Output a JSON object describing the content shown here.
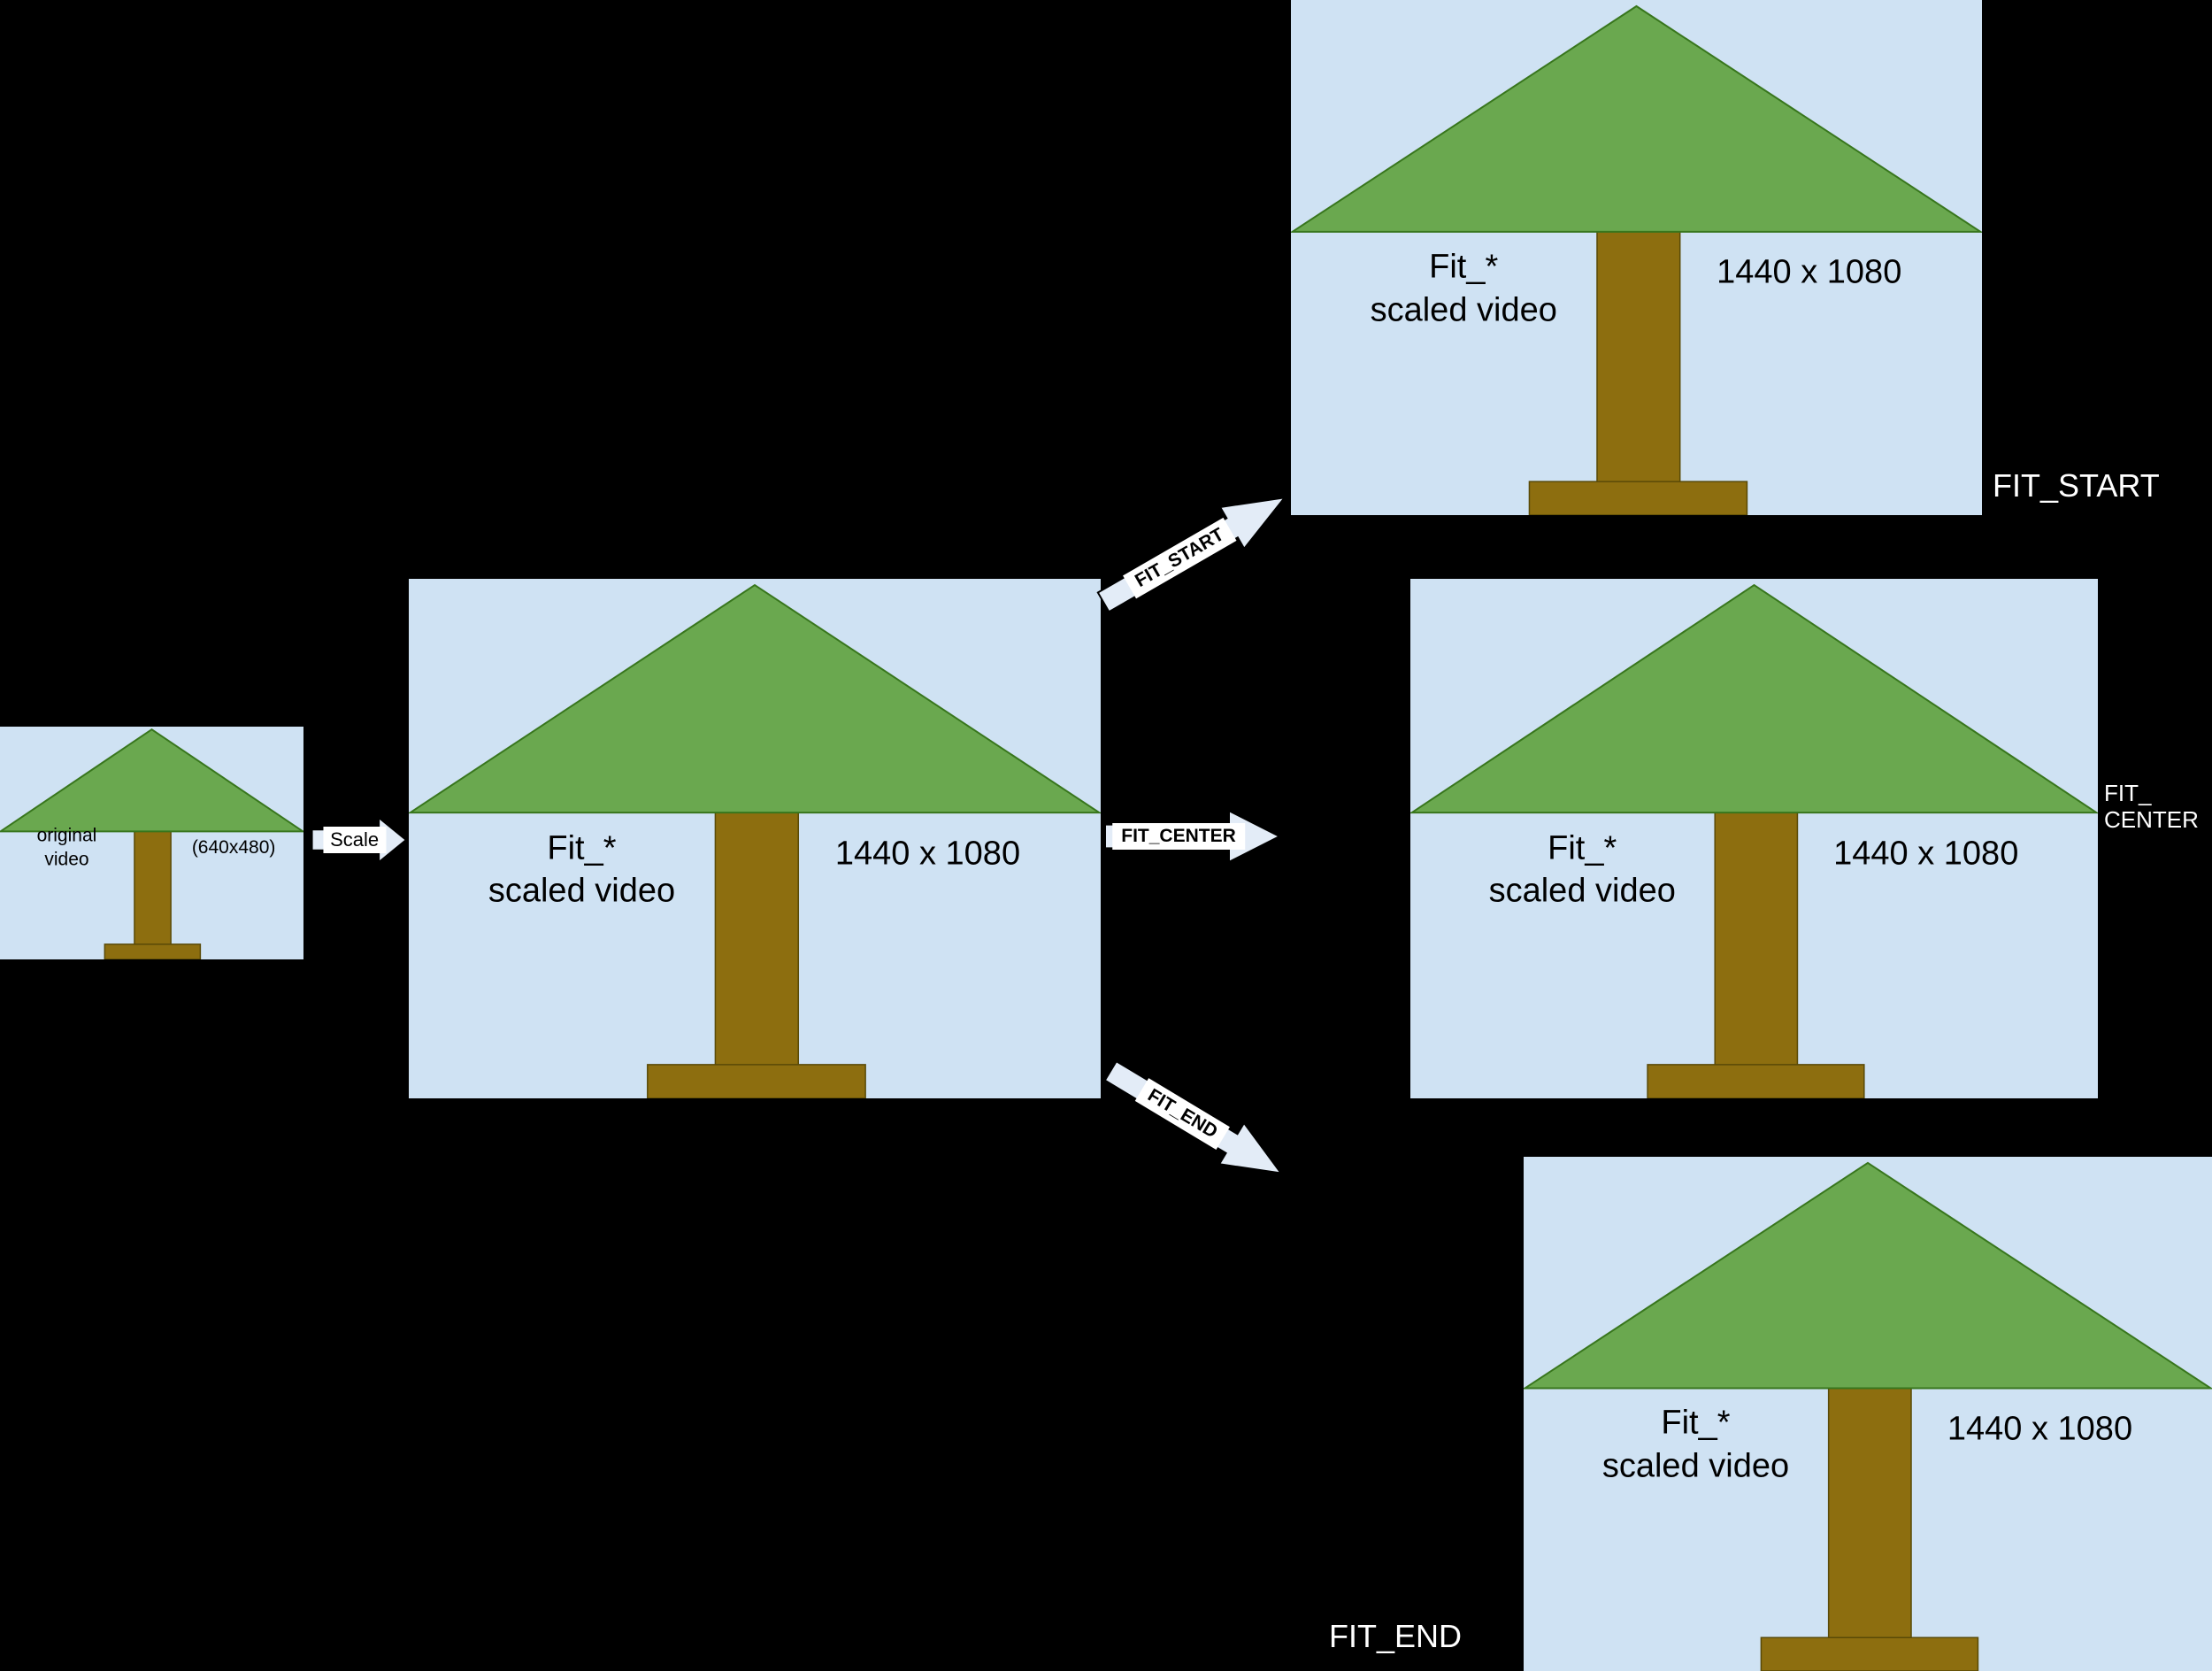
{
  "original_box": {
    "label_line1": "original",
    "label_line2": "video",
    "size_label": "(640x480)"
  },
  "scale_arrow": {
    "label": "Scale"
  },
  "scaled_box": {
    "label_line1": "Fit_*",
    "label_line2": "scaled video",
    "size_label": "1440 x 1080"
  },
  "fit_arrows": {
    "start_label": "FIT_START",
    "center_label": "FIT_CENTER",
    "end_label": "FIT_END"
  },
  "fit_start_box": {
    "label_line1": "Fit_*",
    "label_line2": "scaled video",
    "size_label": "1440 x 1080"
  },
  "fit_center_box": {
    "label_line1": "Fit_*",
    "label_line2": "scaled video",
    "size_label": "1440 x 1080"
  },
  "fit_end_box": {
    "label_line1": "Fit_*",
    "label_line2": "scaled video",
    "size_label": "1440 x 1080"
  },
  "captions": {
    "fit_start": "FIT_START",
    "fit_center_line1": "FIT_",
    "fit_center_line2": "CENTER",
    "fit_end": "FIT_END"
  },
  "colors": {
    "background": "#000000",
    "box_fill": "#cfe2f3",
    "tree_green": "#6aa84f",
    "tree_green_stroke": "#38761d",
    "trunk_brown": "#8d6e0f",
    "trunk_stroke": "#594a07",
    "arrow_fill": "#e3ecf7",
    "arrow_stroke": "#000000",
    "text_dark": "#000000",
    "outside_label_color": "#ffffff"
  }
}
